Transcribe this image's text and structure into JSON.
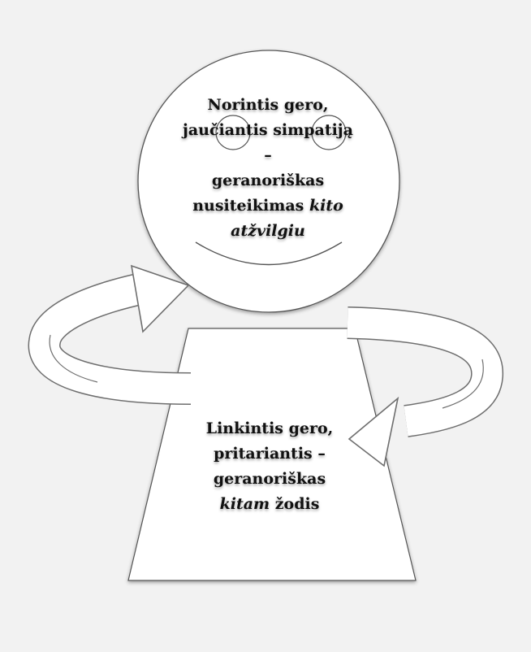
{
  "diagram": {
    "head": {
      "lines": [
        {
          "parts": [
            {
              "text": "Norintis gero,",
              "italic": false
            }
          ]
        },
        {
          "parts": [
            {
              "text": "jaučiantis simpatiją",
              "italic": false
            }
          ]
        },
        {
          "parts": [
            {
              "text": "–",
              "italic": false
            }
          ]
        },
        {
          "parts": [
            {
              "text": "geranoriškas",
              "italic": false
            }
          ]
        },
        {
          "parts": [
            {
              "text": "nusiteikimas ",
              "italic": false
            },
            {
              "text": "kito",
              "italic": true
            }
          ]
        },
        {
          "parts": [
            {
              "text": "atžvilgiu",
              "italic": true
            }
          ]
        }
      ]
    },
    "body": {
      "lines": [
        {
          "parts": [
            {
              "text": "Linkintis gero,",
              "italic": false
            }
          ]
        },
        {
          "parts": [
            {
              "text": "pritariantis –",
              "italic": false
            }
          ]
        },
        {
          "parts": [
            {
              "text": "geranoriškas",
              "italic": false
            }
          ]
        },
        {
          "parts": [
            {
              "text": "kitam",
              "italic": true
            },
            {
              "text": " žodis",
              "italic": false
            }
          ]
        }
      ]
    },
    "colors": {
      "background": "#f2f2f2",
      "stroke": "#555555",
      "fill": "#ffffff",
      "shadow": "#6e6e6e"
    }
  }
}
